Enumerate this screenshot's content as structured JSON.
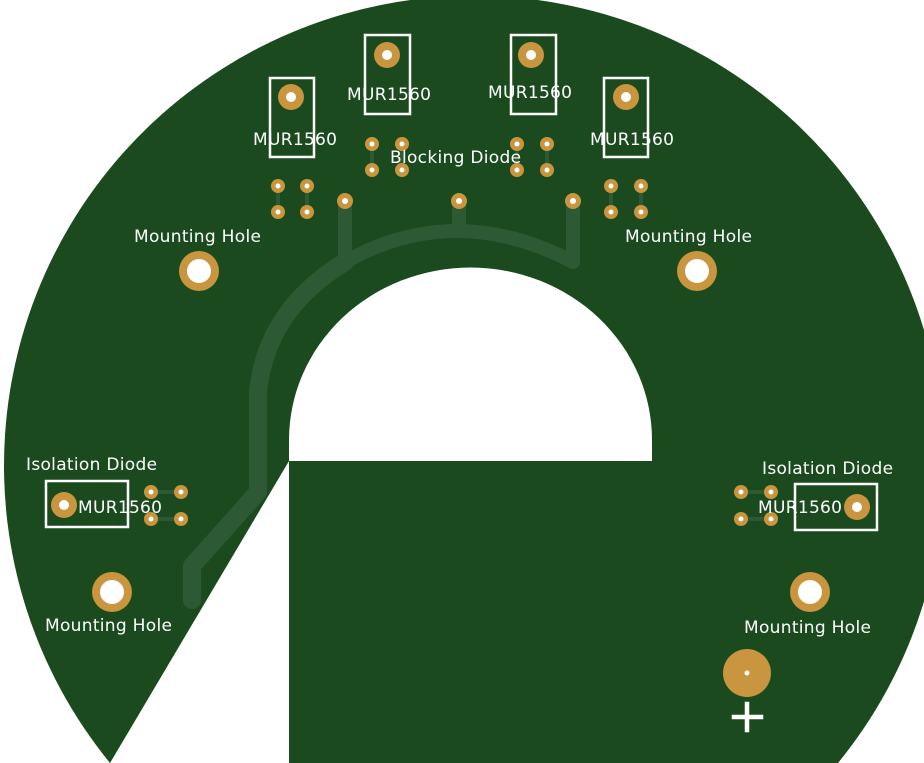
{
  "board": {
    "colors": {
      "substrate": "#1b4a1e",
      "trace": "#2d5a34",
      "copper_pad": "#c9953e",
      "silkscreen": "#ffffff",
      "cutout": "#ffffff"
    }
  },
  "labels": {
    "blocking_diode": "Blocking Diode",
    "isolation_diode": "Isolation Diode",
    "mounting_hole": "Mounting Hole",
    "part_number": "MUR1560",
    "polarity": "+"
  }
}
